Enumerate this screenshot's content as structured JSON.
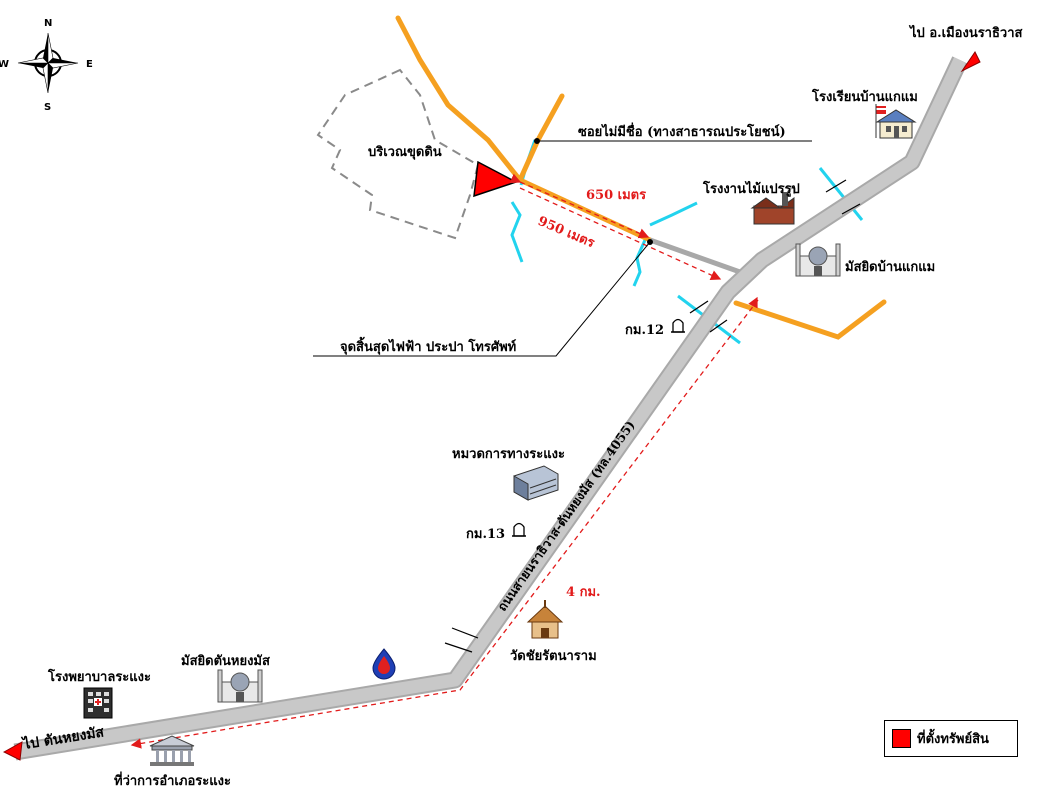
{
  "compass": {
    "n": "N",
    "s": "S",
    "e": "E",
    "w": "W"
  },
  "labels": {
    "to_mueang": "ไป อ.เมืองนราธิวาส",
    "school": "โรงเรียนบ้านแกแม",
    "soi": "ซอยไม่มีชื่อ (ทางสาธารณประโยชน์)",
    "land_area": "บริเวณขุดดิน",
    "dist_650": "650 เมตร",
    "dist_950": "950 เมตร",
    "sawmill": "โรงงานไม้แปรรูป",
    "mosque_kaemae": "มัสยิดบ้านแกแม",
    "km12": "กม.12",
    "utility_end": "จุดสิ้นสุดไฟฟ้า ประปา โทรศัพท์",
    "highway_office": "หมวดการทางระแงะ",
    "km13": "กม.13",
    "road_name": "ถนนสายนราธิวาส-ตันหยงมัส (ทล.4055)",
    "dist_4km": "4 กม.",
    "wat": "วัดชัยรัตนาราม",
    "mosque_tanyong": "มัสยิดตันหยงมัส",
    "hospital": "โรงพยาบาลระแงะ",
    "to_tanyong": "ไป ตันหยงมัส",
    "district_office": "ที่ว่าการอำเภอระแงะ"
  },
  "legend": {
    "label": "ที่ตั้งทรัพย์สิน",
    "color": "#ff0000"
  },
  "colors": {
    "main_road": "#c0c0c0",
    "secondary_road": "#f5a020",
    "canal": "#22d3ee",
    "distance_line": "#e21b1b",
    "property": "#ff0000"
  },
  "icons": [
    "compass-rose-icon",
    "school-icon",
    "sawmill-icon",
    "mosque-icon",
    "milestone-icon",
    "office-building-icon",
    "temple-icon",
    "gas-station-icon",
    "hospital-icon",
    "government-office-icon"
  ]
}
